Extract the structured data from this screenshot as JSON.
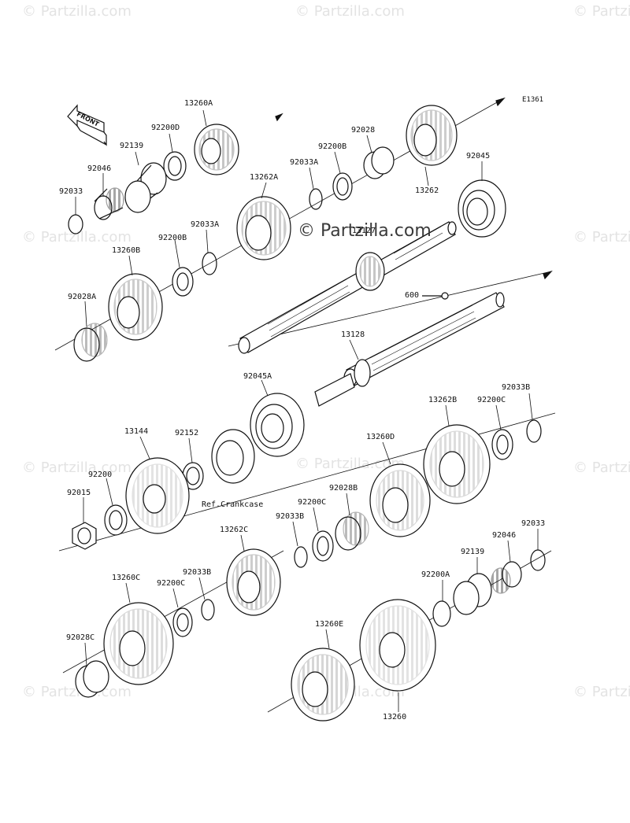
{
  "diagram_code": "E1361",
  "watermark": "© Partzilla.com",
  "front_label": "FRONT",
  "ref_note": "Ref.Crankcase",
  "parts": {
    "p13260A": "13260A",
    "p92200D": "92200D",
    "p92139_top": "92139",
    "p92046_top": "92046",
    "p92033_top": "92033",
    "p92028": "92028",
    "p92200B_top": "92200B",
    "p92033A_top": "92033A",
    "p13262A": "13262A",
    "p13262": "13262",
    "p92045": "92045",
    "p92033A_mid": "92033A",
    "p92200B_mid": "92200B",
    "p13260B": "13260B",
    "p92028A": "92028A",
    "p13127": "13127",
    "p600": "600",
    "p13128": "13128",
    "p92045A": "92045A",
    "p13144": "13144",
    "p92152": "92152",
    "p92200": "92200",
    "p92015": "92015",
    "p13262B": "13262B",
    "p92033B_right": "92033B",
    "p92200C_right": "92200C",
    "p13260D": "13260D",
    "p92028B": "92028B",
    "p92200C_mid": "92200C",
    "p92033B_mid": "92033B",
    "p13262C": "13262C",
    "p13260C": "13260C",
    "p92200C_left": "92200C",
    "p92033B_left": "92033B",
    "p92028C": "92028C",
    "p92033_bot": "92033",
    "p92046_bot": "92046",
    "p92139_bot": "92139",
    "p92200A": "92200A",
    "p13260E": "13260E",
    "p13260": "13260"
  }
}
